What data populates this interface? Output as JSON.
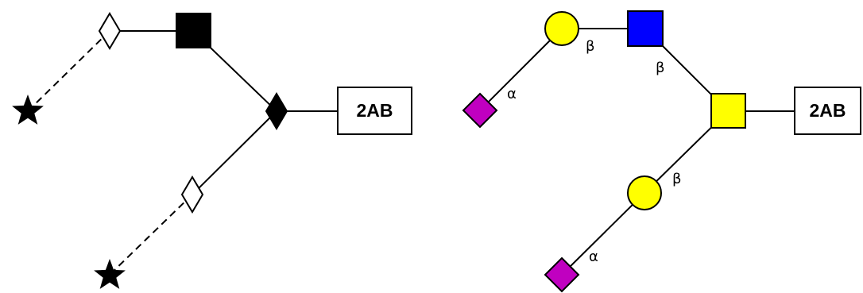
{
  "colors": {
    "line": "#000000",
    "schematic_fill": "#000000",
    "open_fill": "#ffffff",
    "galactose_yellow": "#ffff00",
    "glcnac_blue": "#0000ff",
    "sialic_magenta": "#c000c0",
    "outline": "#000000"
  },
  "left_diagram": {
    "reducing_end_label": "2AB",
    "symbols": [
      "filled-square",
      "filled-diamond",
      "open-diamond",
      "open-diamond",
      "star",
      "star"
    ],
    "dashed_links": 2
  },
  "right_diagram": {
    "reducing_end_label": "2AB",
    "symbols": [
      "yellow-square",
      "blue-square",
      "yellow-circle",
      "yellow-circle",
      "magenta-diamond",
      "magenta-diamond"
    ],
    "linkages": {
      "galnac_blue": "β",
      "gal_upper": "β",
      "gal_lower": "β",
      "sia_upper": "α",
      "sia_lower": "α"
    }
  }
}
